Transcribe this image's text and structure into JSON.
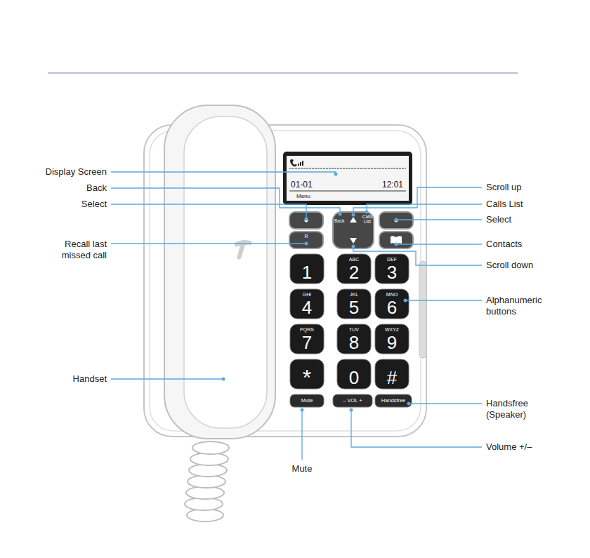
{
  "diagram": {
    "nodes": [
      {
        "text": [
          "01-01",
          "12:01",
          "Menu"
        ]
      },
      {
        "text": [
          "R"
        ]
      },
      {
        "text": [
          "Back",
          "Calls List"
        ]
      },
      {
        "text": [
          "1"
        ]
      },
      {
        "text": [
          "ABC",
          "2"
        ]
      },
      {
        "text": [
          "DEF",
          "3"
        ]
      },
      {
        "text": [
          "GHI",
          "4"
        ]
      },
      {
        "text": [
          "JKL",
          "5"
        ]
      },
      {
        "text": [
          "MNO",
          "6"
        ]
      },
      {
        "text": [
          "PQRS",
          "7"
        ]
      },
      {
        "text": [
          "TUV",
          "8"
        ]
      },
      {
        "text": [
          "WXYZ",
          "9"
        ]
      },
      {
        "text": [
          "*"
        ]
      },
      {
        "text": [
          "0"
        ]
      },
      {
        "text": [
          "#"
        ]
      },
      {
        "text": [
          "Mute"
        ]
      },
      {
        "text": [
          "– VOL +"
        ]
      },
      {
        "text": [
          "Handsfree"
        ]
      }
    ],
    "labels": [
      "Display Screen",
      "Back",
      "Select",
      "Recall last missed call",
      "Handset",
      "Scroll up",
      "Calls List",
      "Select",
      "Contacts",
      "Scroll down",
      "Alphanumeric buttons",
      "Handsfree (Speaker)",
      "Volume +/–",
      "Mute"
    ]
  }
}
